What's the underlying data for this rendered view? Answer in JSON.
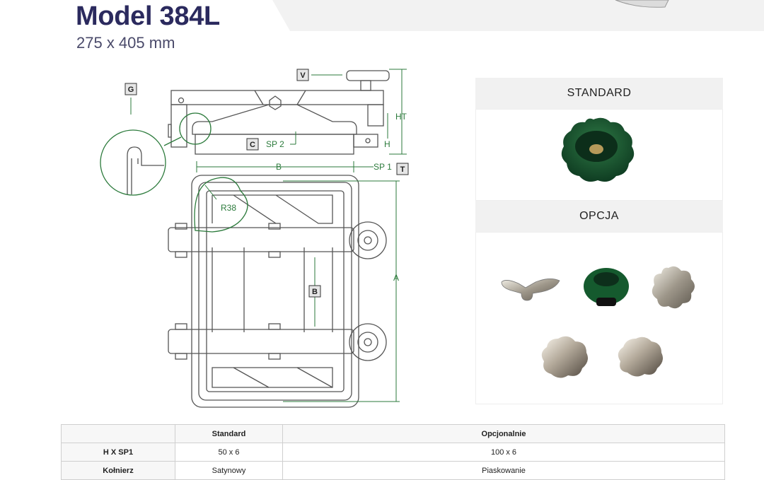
{
  "header": {
    "title": "Model 384L",
    "subtitle": "275 x 405 mm"
  },
  "drawing": {
    "labels": {
      "v": "V",
      "g": "G",
      "c": "C",
      "t": "T",
      "b_box": "B",
      "sp2": "SP 2",
      "sp1": "SP 1",
      "b_dim": "B",
      "h": "H",
      "ht": "HT",
      "a": "A",
      "r38": "R38"
    },
    "colors": {
      "dimension": "#2b7a3b",
      "line": "#555555"
    }
  },
  "panels": {
    "standard_title": "STANDARD",
    "option_title": "OPCJA"
  },
  "table": {
    "headers": [
      "",
      "Standard",
      "Opcjonalnie"
    ],
    "rows": [
      {
        "label": "H X SP1",
        "standard": "50 x 6",
        "option": "100 x 6"
      },
      {
        "label": "Kołnierz",
        "standard": "Satynowy",
        "option": "Piaskowanie"
      }
    ]
  }
}
